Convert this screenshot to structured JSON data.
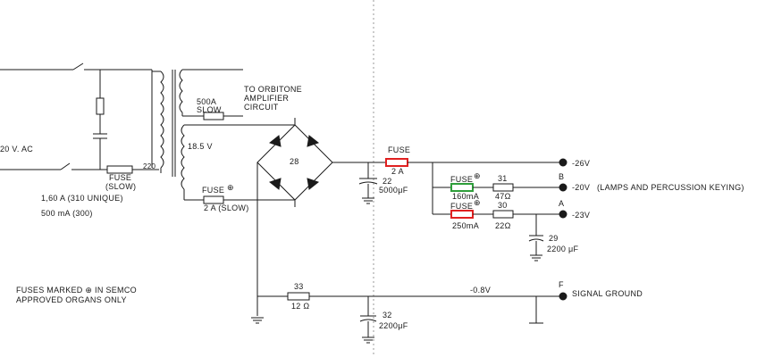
{
  "mains": {
    "voltage_label": "20 V. AC"
  },
  "transformer": {
    "primary_fuse_label": "FUSE",
    "primary_fuse_type": "(SLOW)",
    "primary_fuse_ref": "220",
    "fuse_rating_1": "1,60 A (310 UNIQUE)",
    "fuse_rating_2": "500 mA (300)",
    "secondary_voltage": "18.5 V",
    "orbitone_fuse_rating": "500A",
    "orbitone_fuse_type": "SLOW",
    "orbitone_line1": "TO ORBITONE",
    "orbitone_line2": "AMPLIFIER",
    "orbitone_line3": "CIRCUIT"
  },
  "rectifier": {
    "fuse_label": "FUSE",
    "fuse_mark": "⊕",
    "fuse_rating": "2 A (SLOW)",
    "bridge_ref": "28"
  },
  "filter": {
    "cap_ref": "22",
    "cap_value": "5000μF"
  },
  "main_fuse": {
    "label": "FUSE",
    "rating": "2 A",
    "color": "#e02020"
  },
  "outputs": {
    "out_26v": "-26V",
    "b_letter": "B",
    "b_voltage": "-20V",
    "b_desc": "(LAMPS AND PERCUSSION KEYING)",
    "a_letter": "A",
    "a_voltage": "-23V",
    "f_letter": "F",
    "f_desc": "SIGNAL GROUND",
    "ground_voltage": "-0.8V"
  },
  "branch_b": {
    "fuse_label": "FUSE",
    "fuse_mark": "⊕",
    "fuse_rating": "160mA",
    "fuse_color": "#2e9e3a",
    "res_ref": "31",
    "res_value": "47Ω"
  },
  "branch_a": {
    "fuse_label": "FUSE",
    "fuse_mark": "⊕",
    "fuse_rating": "250mA",
    "fuse_color": "#e02020",
    "res_ref": "30",
    "res_value": "22Ω",
    "cap_ref": "29",
    "cap_value": "2200 μF"
  },
  "ground_network": {
    "res_ref": "33",
    "res_value": "12 Ω",
    "cap_ref": "32",
    "cap_value": "2200μF"
  },
  "note": {
    "line1": "FUSES MARKED ⊕ IN SEMCO",
    "line2": "APPROVED ORGANS ONLY"
  }
}
